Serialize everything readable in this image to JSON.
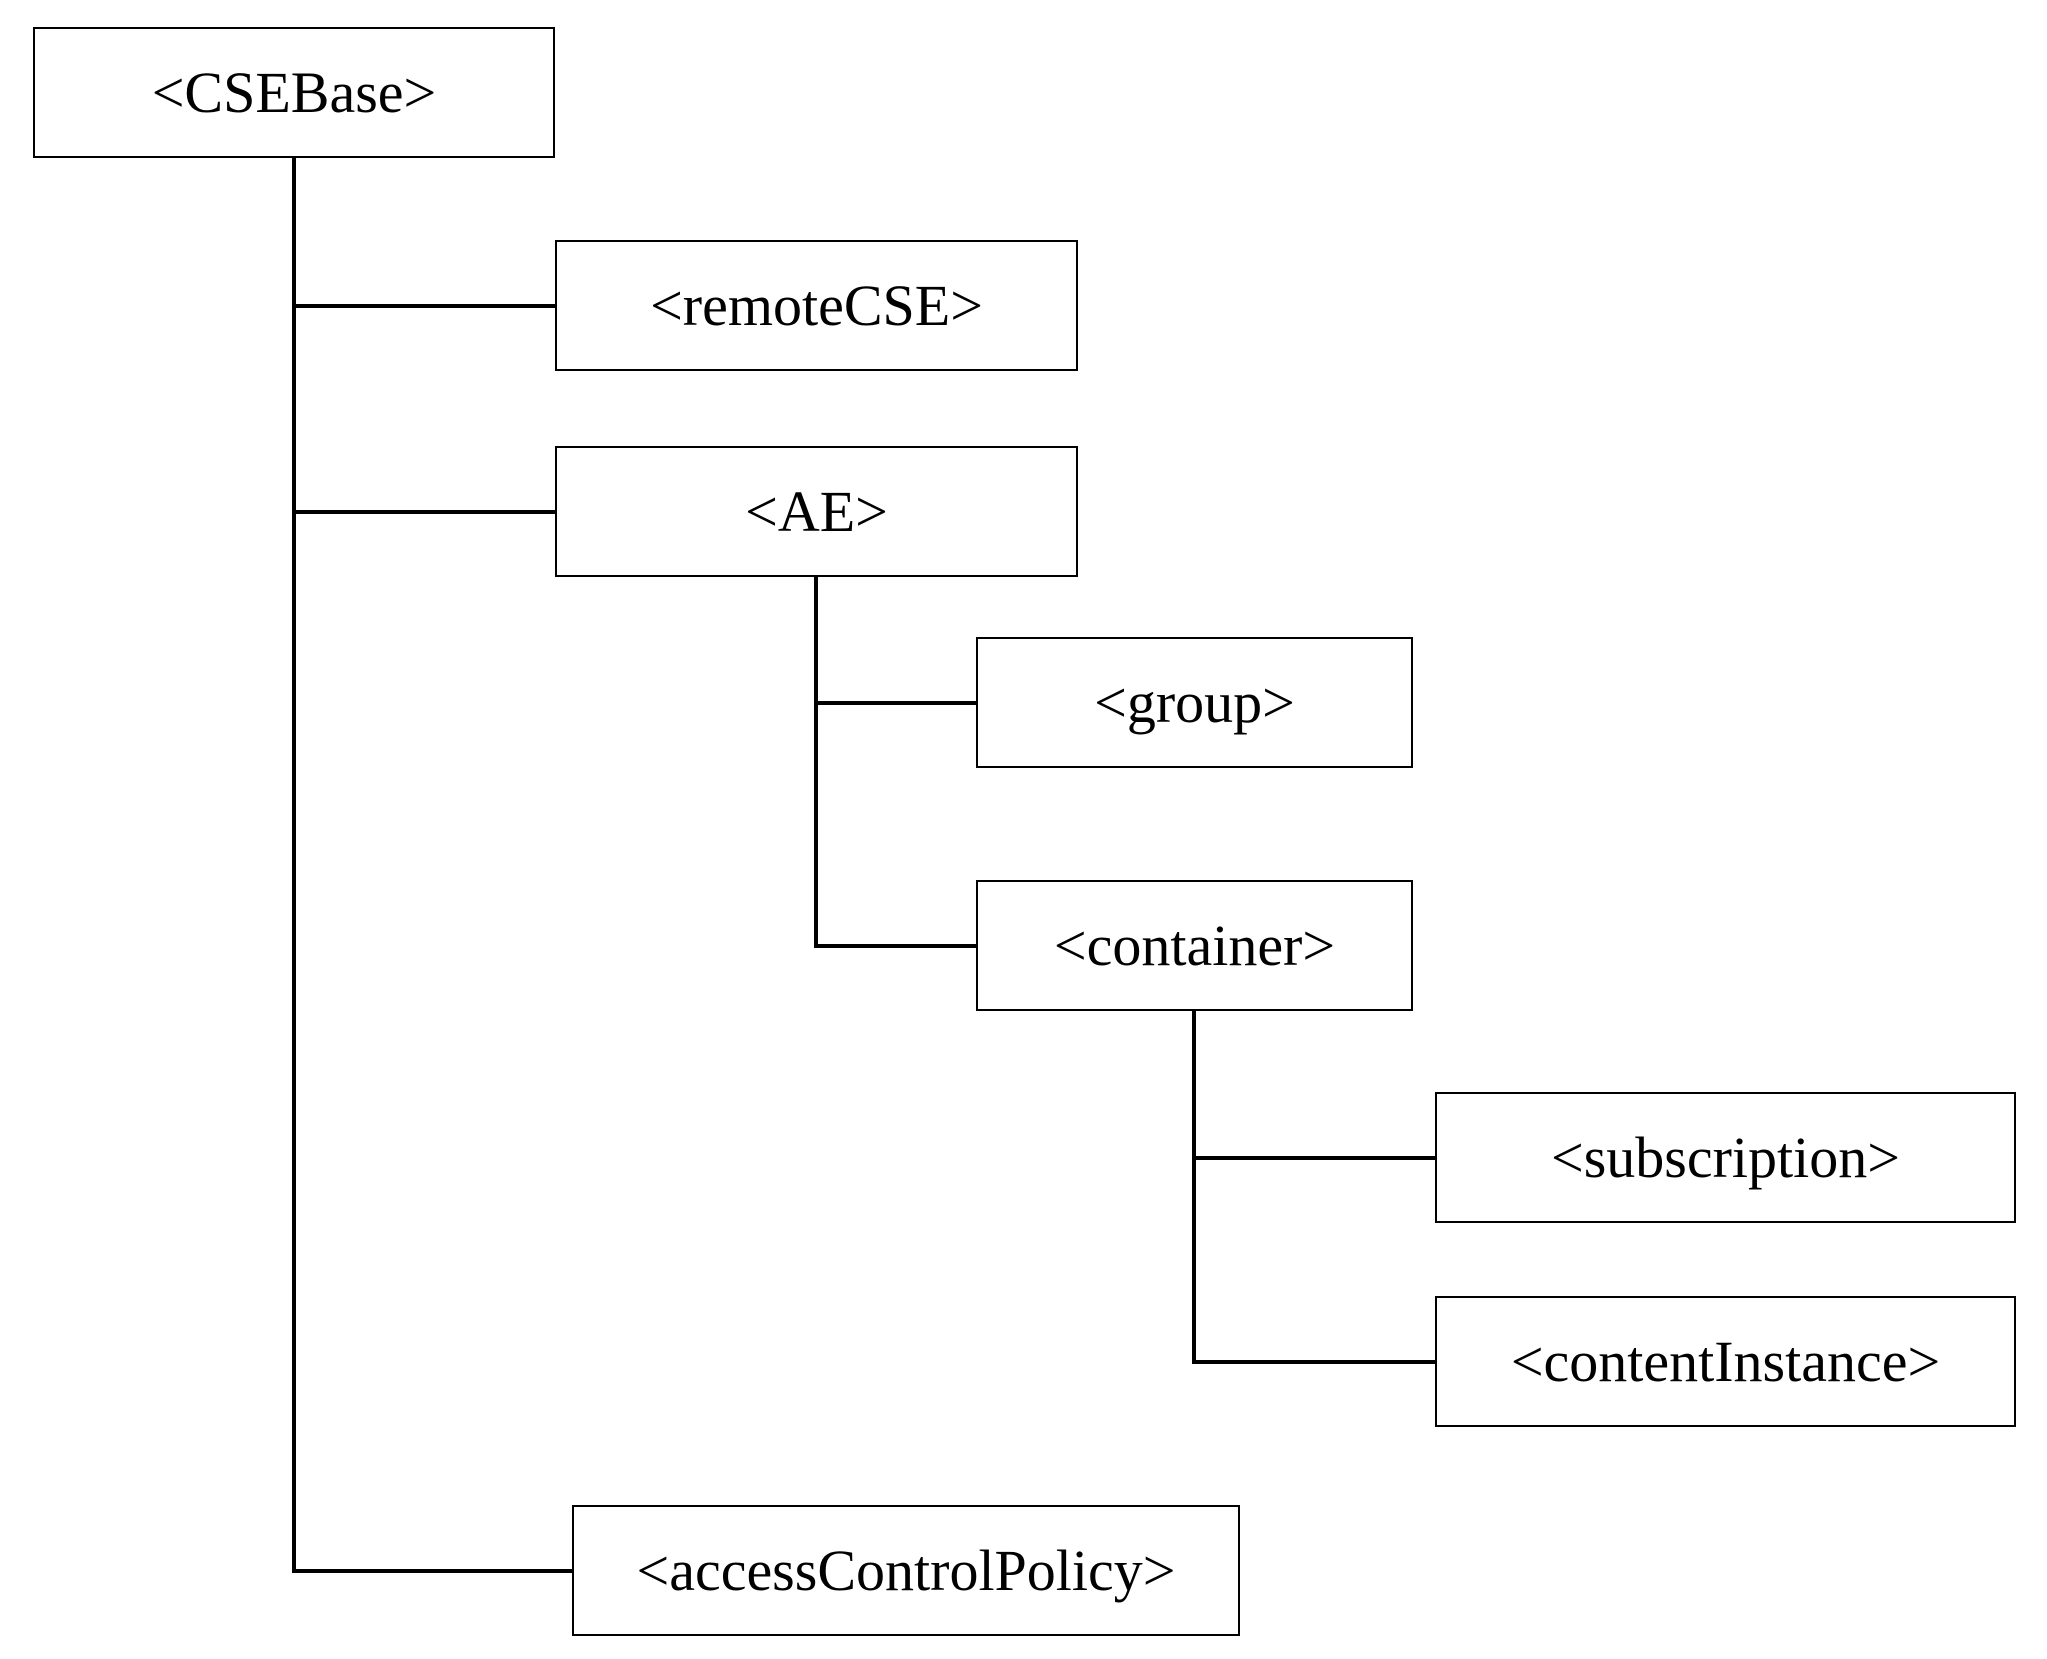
{
  "diagram": {
    "nodes": {
      "cse_base": "<CSEBase>",
      "remote_cse": "<remoteCSE>",
      "ae": "<AE>",
      "group": "<group>",
      "container": "<container>",
      "subscription": "<subscription>",
      "content_instance": "<contentInstance>",
      "access_control_policy": "<accessControlPolicy>"
    },
    "edges": [
      {
        "from": "cse_base",
        "to": "remote_cse"
      },
      {
        "from": "cse_base",
        "to": "ae"
      },
      {
        "from": "cse_base",
        "to": "access_control_policy"
      },
      {
        "from": "ae",
        "to": "group"
      },
      {
        "from": "ae",
        "to": "container"
      },
      {
        "from": "container",
        "to": "subscription"
      },
      {
        "from": "container",
        "to": "content_instance"
      }
    ]
  }
}
